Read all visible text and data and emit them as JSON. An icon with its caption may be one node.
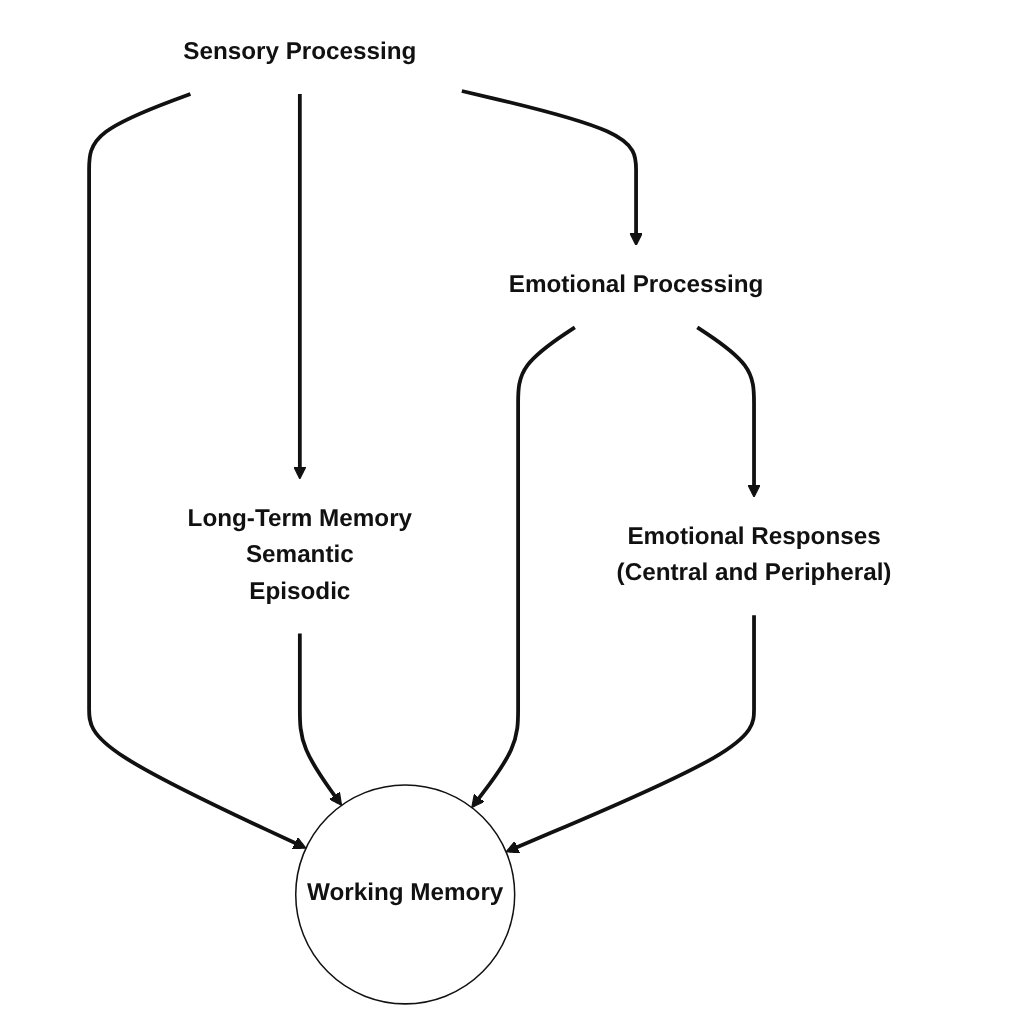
{
  "diagram": {
    "nodes": [
      {
        "text": [
          "Sensory Processing"
        ]
      },
      {
        "text": [
          "Long-Term Memory",
          "Semantic",
          "Episodic"
        ]
      },
      {
        "text": [
          "Working Memory"
        ]
      },
      {
        "text": [
          "Emotional Processing"
        ]
      },
      {
        "text": [
          "Emotional Responses",
          "(Central and Peripheral)"
        ]
      }
    ],
    "edges": [
      {
        "from": 0,
        "to": 1,
        "arrow": "to"
      },
      {
        "from": 0,
        "to": 2,
        "arrow": "to"
      },
      {
        "from": 1,
        "to": 2,
        "arrow": "to"
      },
      {
        "from": 0,
        "to": 3,
        "arrow": "to"
      },
      {
        "from": 3,
        "to": 2,
        "arrow": "to"
      },
      {
        "from": 3,
        "to": 4,
        "arrow": "to"
      },
      {
        "from": 4,
        "to": 2,
        "arrow": "to"
      }
    ]
  }
}
